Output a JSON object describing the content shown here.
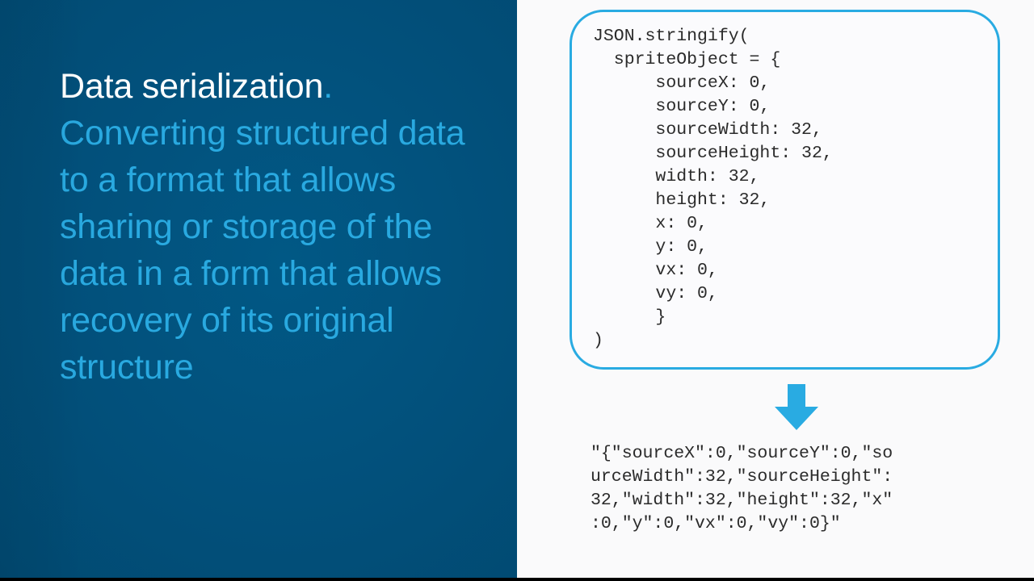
{
  "slide": {
    "colors": {
      "left_background": "#014a72",
      "left_background_dark": "#01395c",
      "right_background": "#fafafb",
      "accent_blue": "#29abe2",
      "title_white": "#ffffff",
      "code_text": "#2b2b2b",
      "bottom_bar": "#000000"
    }
  },
  "left": {
    "headline": "Data serialization",
    "headline_period": ".",
    "body": "Converting structured data to a format that allows sharing or storage of the data in a form that allows recovery of its original structure"
  },
  "right": {
    "code_card": {
      "lines": [
        "JSON.stringify(",
        "  spriteObject = {",
        "      sourceX: 0,",
        "      sourceY: 0,",
        "      sourceWidth: 32,",
        "      sourceHeight: 32,",
        "      width: 32,",
        "      height: 32,",
        "      x: 0,",
        "      y: 0,",
        "      vx: 0,",
        "      vy: 0,",
        "      }",
        ")"
      ],
      "code": "JSON.stringify(\n  spriteObject = {\n      sourceX: 0,\n      sourceY: 0,\n      sourceWidth: 32,\n      sourceHeight: 32,\n      width: 32,\n      height: 32,\n      x: 0,\n      y: 0,\n      vx: 0,\n      vy: 0,\n      }\n)"
    },
    "arrow": {
      "icon": "arrow-down-icon",
      "color": "#29abe2",
      "direction": "down"
    },
    "output": {
      "lines": [
        "\"{\"sourceX\":0,\"sourceY\":0,\"so",
        "urceWidth\":32,\"sourceHeight\":",
        "32,\"width\":32,\"height\":32,\"x\"",
        ":0,\"y\":0,\"vx\":0,\"vy\":0}\""
      ],
      "text": "\"{\"sourceX\":0,\"sourceY\":0,\"so\nurceWidth\":32,\"sourceHeight\":\n32,\"width\":32,\"height\":32,\"x\"\n:0,\"y\":0,\"vx\":0,\"vy\":0}\""
    }
  }
}
